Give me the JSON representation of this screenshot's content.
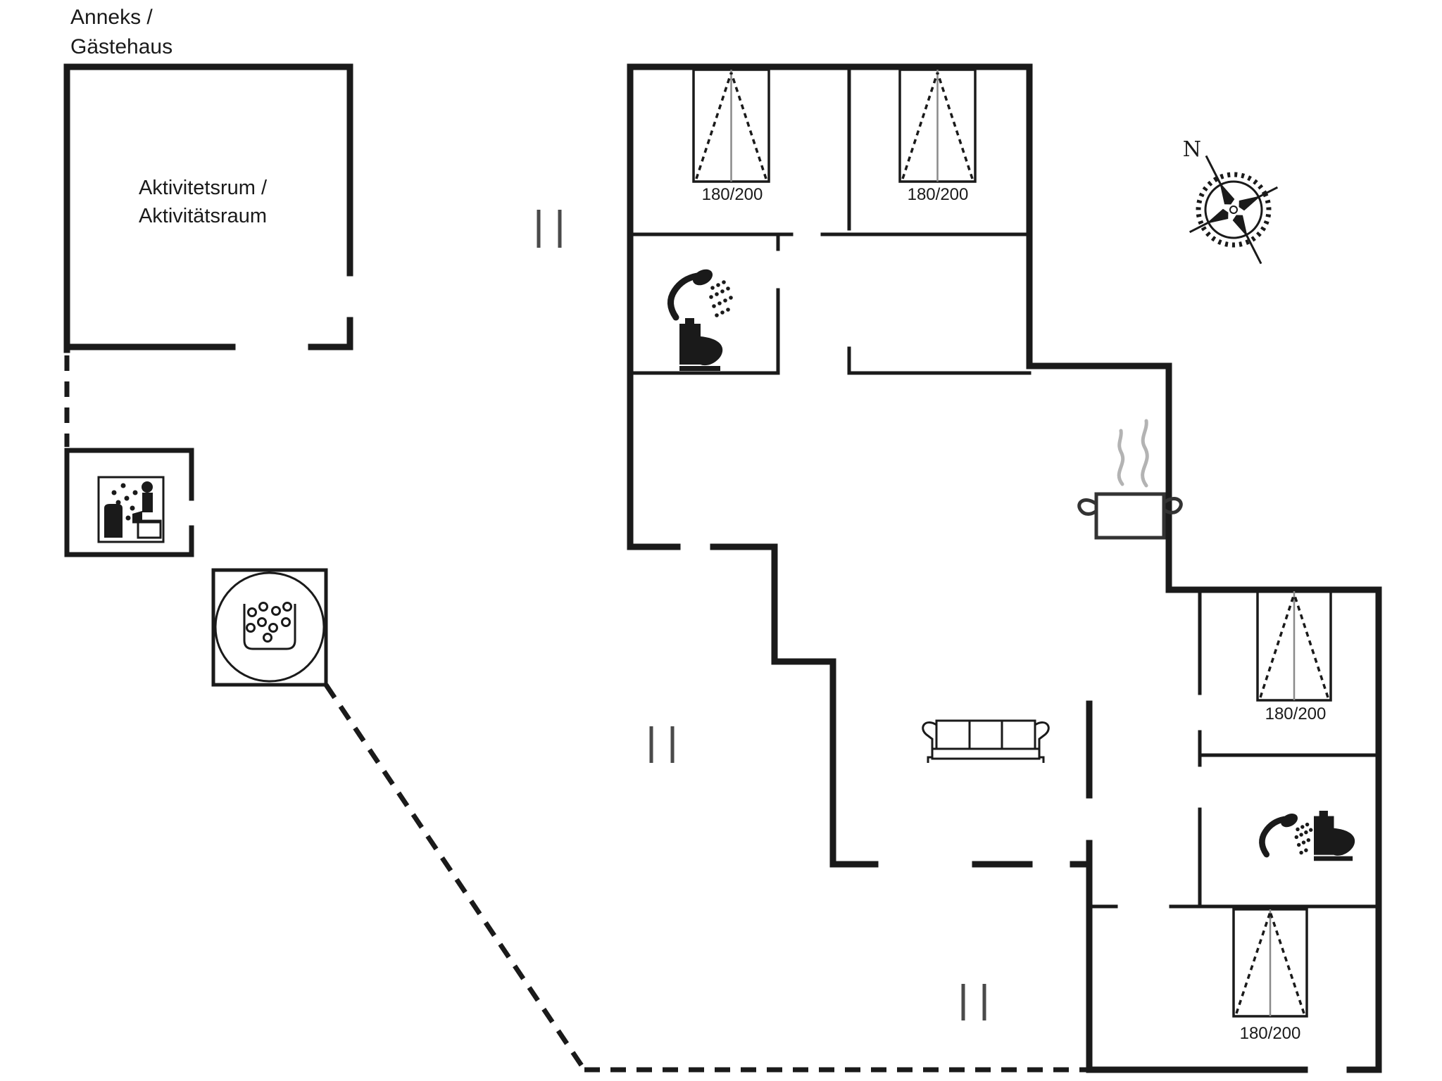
{
  "colors": {
    "background": "#ffffff",
    "ink": "#1a1a1a",
    "door_tick": "#4a4a4a",
    "bed_center_line": "#8a8a8a",
    "steam": "#b3b3b3"
  },
  "annex": {
    "label_line1": "Anneks /",
    "label_line2": "Gästehaus",
    "room_label_line1": "Aktivitetsrum /",
    "room_label_line2": "Aktivitätsraum"
  },
  "compass": {
    "north_label": "N"
  },
  "beds": [
    {
      "id": "bedroom-1-bed",
      "label": "180/200"
    },
    {
      "id": "bedroom-2-bed",
      "label": "180/200"
    },
    {
      "id": "bedroom-3-bed",
      "label": "180/200"
    },
    {
      "id": "bedroom-4-bed",
      "label": "180/200"
    }
  ],
  "icons": {
    "sauna": "sauna-icon",
    "whirlpool": "whirlpool-icon",
    "shower": "shower-icon",
    "toilet": "toilet-icon",
    "cooking_pot": "cooking-pot-icon",
    "sofa": "sofa-icon",
    "compass": "compass-rose-icon"
  }
}
